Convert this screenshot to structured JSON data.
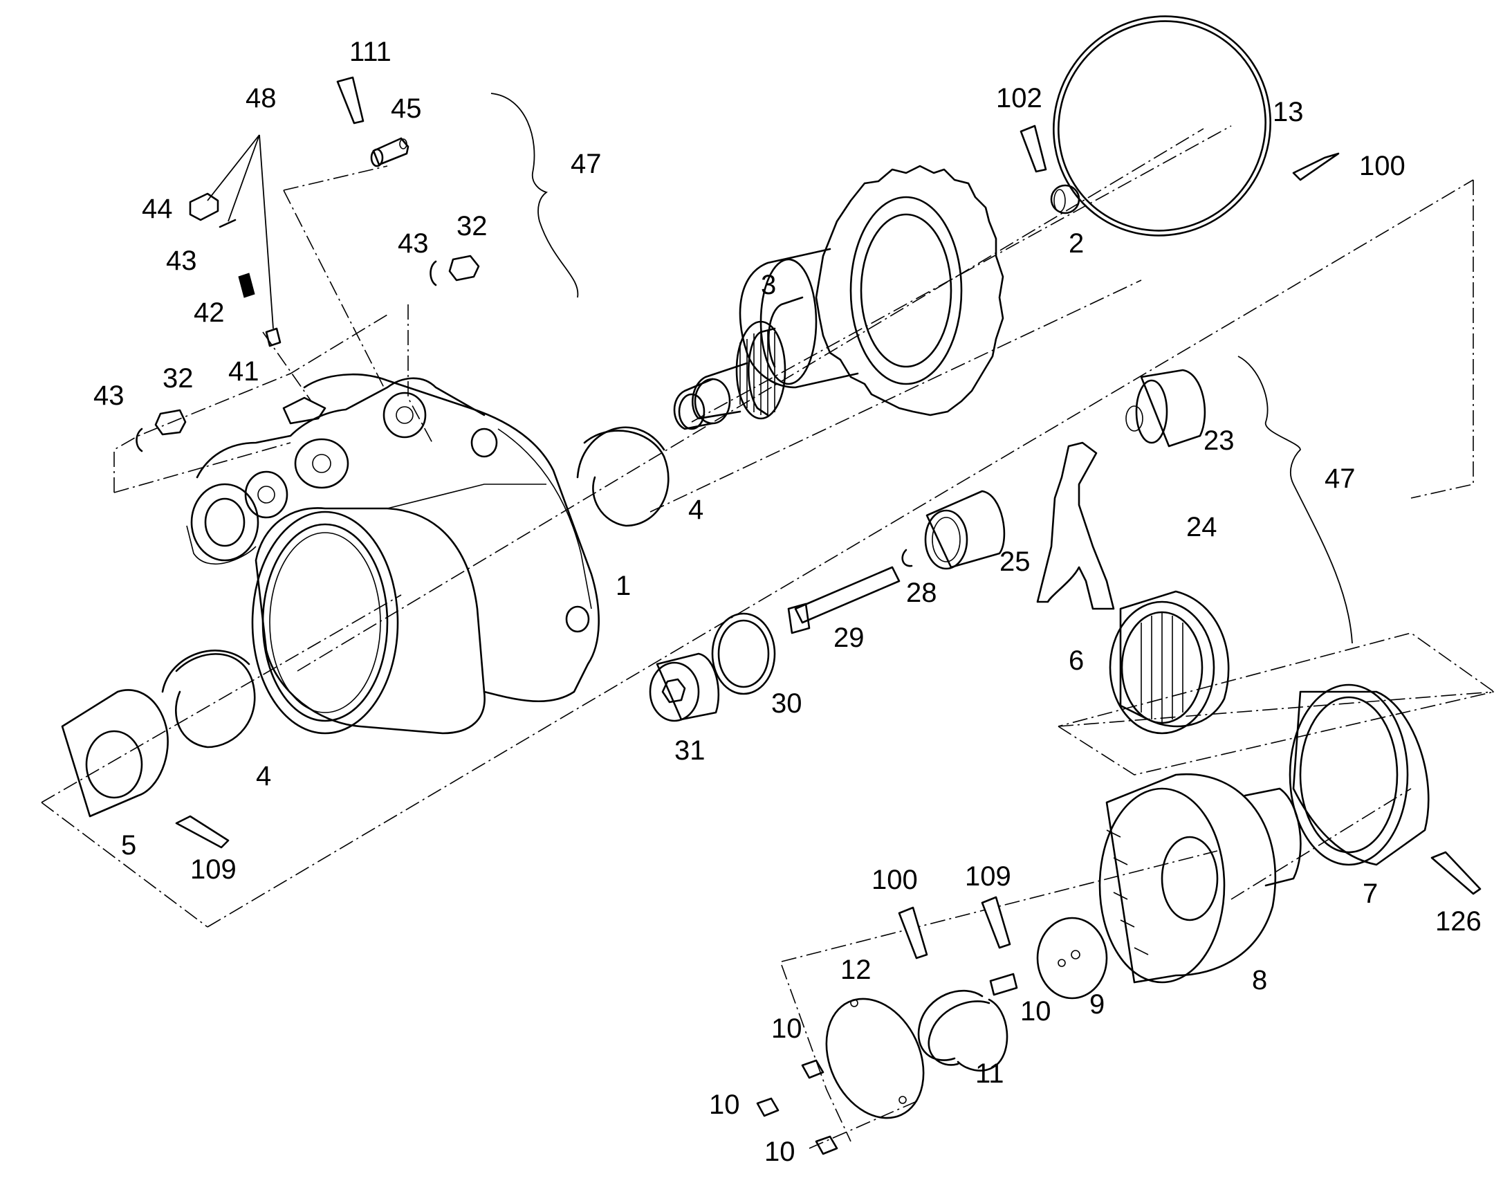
{
  "labels": {
    "l111": "111",
    "l48": "48",
    "l45": "45",
    "l47a": "47",
    "l44": "44",
    "l43a": "43",
    "l32a": "32",
    "l43b": "43",
    "l42": "42",
    "l41": "41",
    "l43c": "43",
    "l32b": "32",
    "l1": "1",
    "l4a": "4",
    "l4b": "4",
    "l5": "5",
    "l109a": "109",
    "l3": "3",
    "l102": "102",
    "l2": "2",
    "l13": "13",
    "l100a": "100",
    "l23": "23",
    "l47b": "47",
    "l24": "24",
    "l25": "25",
    "l28": "28",
    "l29": "29",
    "l30": "30",
    "l31": "31",
    "l6": "6",
    "l7": "7",
    "l126": "126",
    "l8": "8",
    "l9": "9",
    "l100b": "100",
    "l109b": "109",
    "l10a": "10",
    "l10b": "10",
    "l10c": "10",
    "l10d": "10",
    "l11": "11",
    "l12": "12"
  }
}
